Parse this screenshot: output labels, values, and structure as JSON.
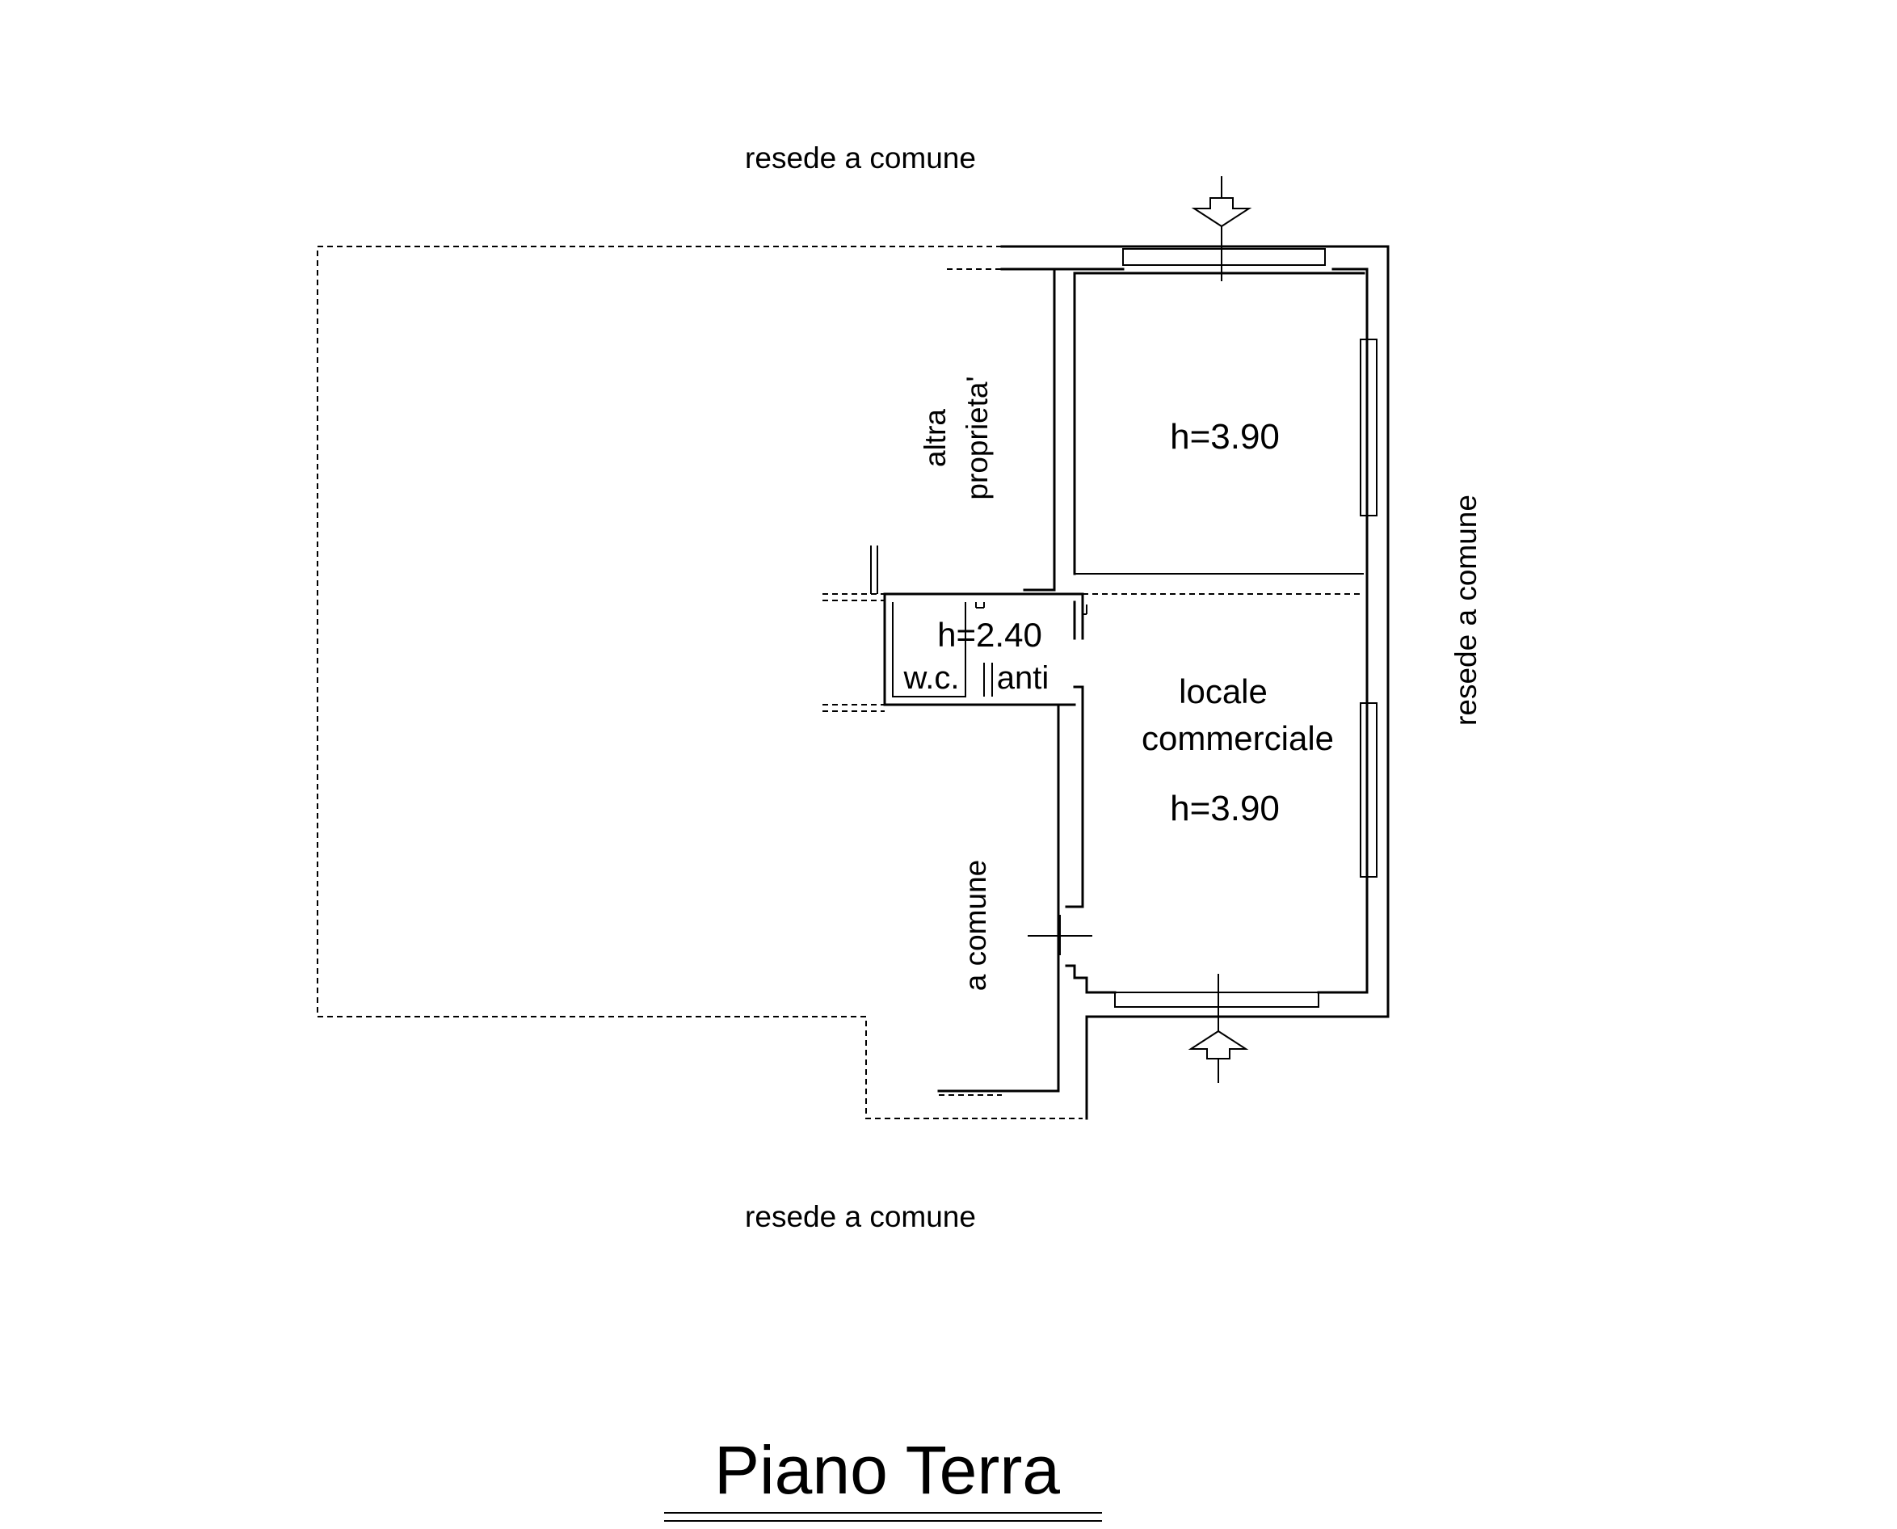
{
  "title": "Piano Terra",
  "surroundings": {
    "top": "resede a comune",
    "bottom": "resede a comune",
    "right": "resede a comune",
    "left_lower": "a comune"
  },
  "neighbour": {
    "line1": "altra",
    "line2": "proprieta'"
  },
  "rooms": {
    "upper_height": "h=3.90",
    "service_height": "h=2.40",
    "wc": "w.c.",
    "anti": "anti",
    "shop_line1": "locale",
    "shop_line2": "commerciale",
    "shop_height": "h=3.90"
  },
  "icons": {
    "top_entrance": "arrow-down-icon",
    "bottom_entrance": "arrow-up-icon"
  }
}
